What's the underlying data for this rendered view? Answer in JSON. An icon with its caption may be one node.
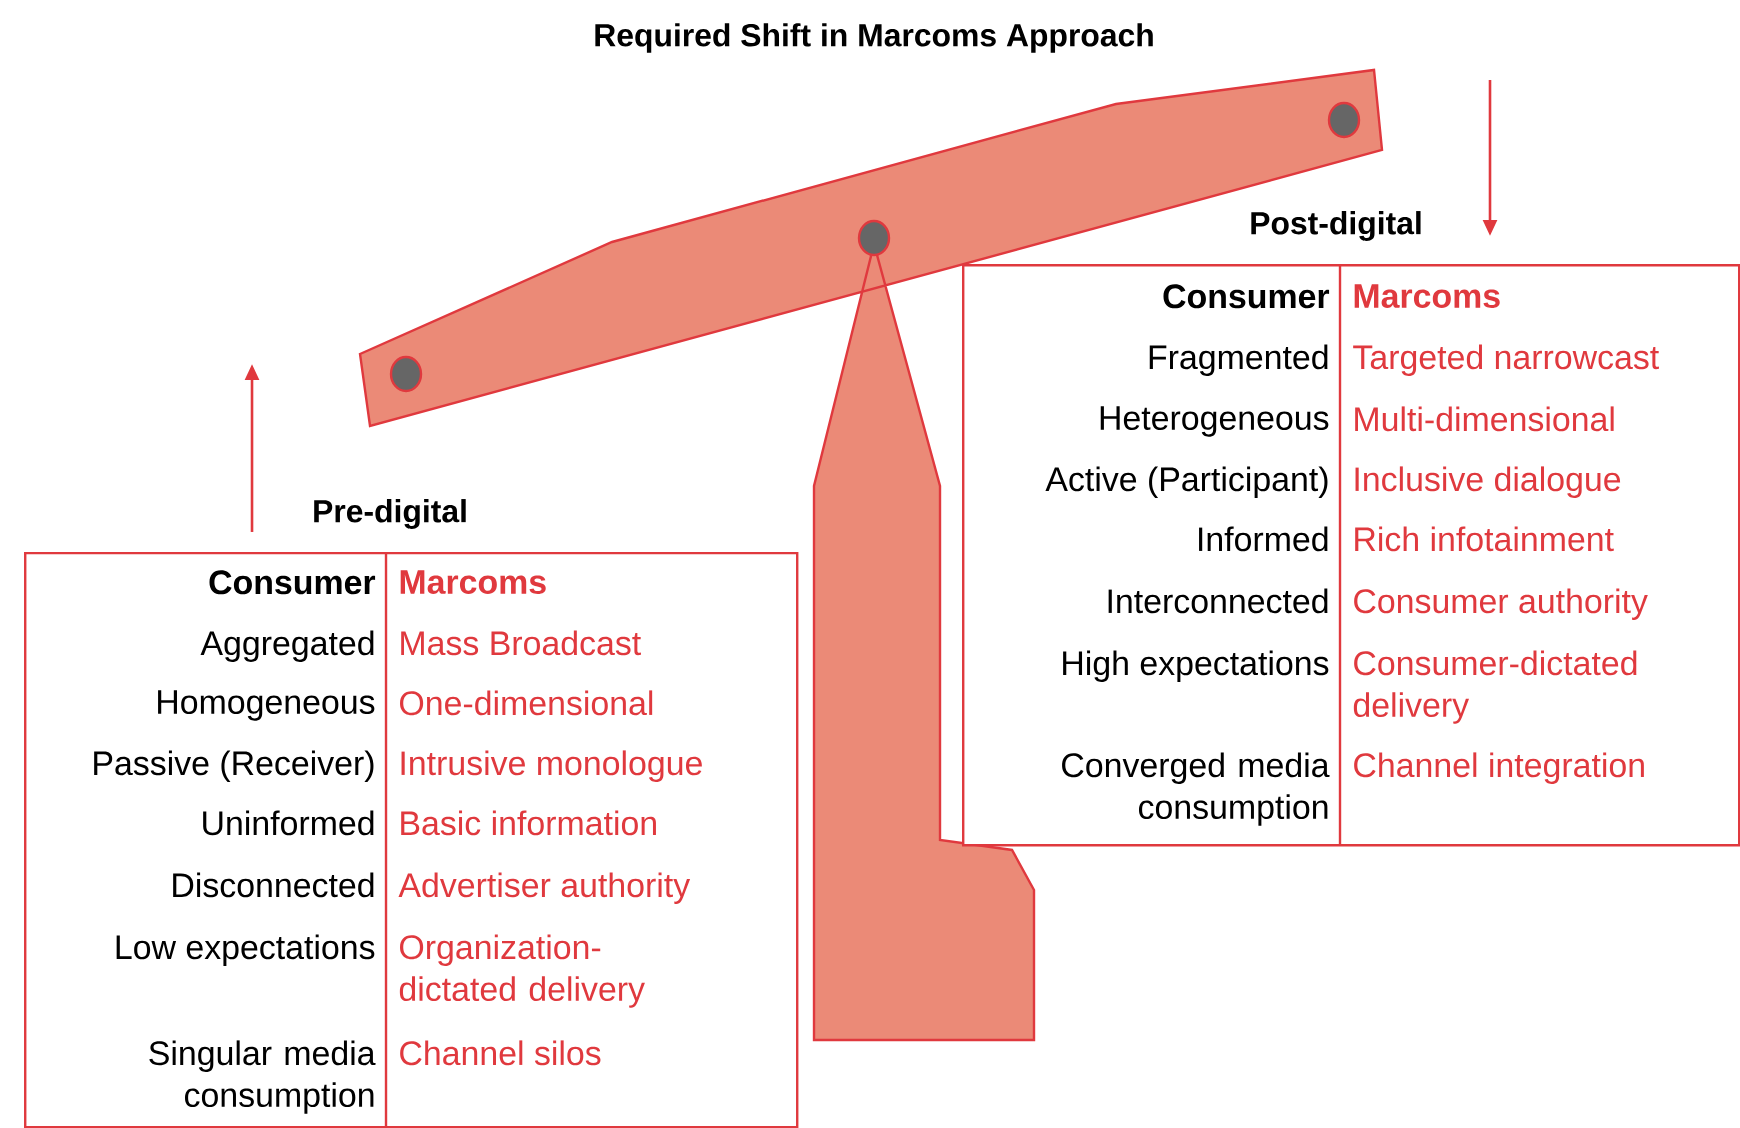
{
  "diagram": {
    "title": "Required Shift in Marcoms Approach",
    "nodes": [
      {
        "text": [
          "Pre-digital",
          "Consumer",
          "Marcoms",
          "Aggregated",
          "Mass Broadcast",
          "Homogeneous",
          "One-dimensional",
          "Passive (Receiver)",
          "Intrusive monologue",
          "Uninformed",
          "Basic information",
          "Disconnected",
          "Advertiser authority",
          "Low expectations",
          "Organization-dictated delivery",
          "Singular media consumption",
          "Channel silos"
        ]
      },
      {
        "text": [
          "Post-digital",
          "Consumer",
          "Marcoms",
          "Fragmented",
          "Targeted narrowcast",
          "Heterogeneous",
          "Multi-dimensional",
          "Active (Participant)",
          "Inclusive dialogue",
          "Informed",
          "Rich infotainment",
          "Interconnected",
          "Consumer authority",
          "High expectations",
          "Consumer-dictated delivery",
          "Converged media consumption",
          "Channel integration"
        ]
      }
    ]
  }
}
